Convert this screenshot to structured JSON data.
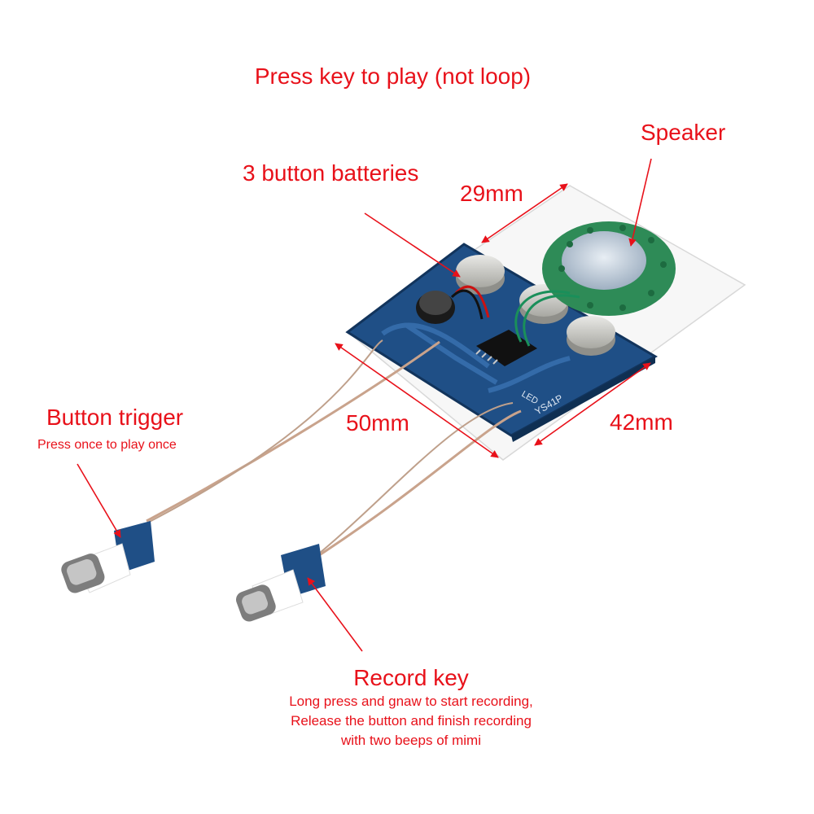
{
  "title": "Press key to play (not loop)",
  "speaker": {
    "label": "Speaker"
  },
  "batteries": {
    "label": "3 button batteries"
  },
  "dimensions": {
    "width_top": "29mm",
    "length": "50mm",
    "width_side": "42mm"
  },
  "button_trigger": {
    "label": "Button trigger",
    "description": "Press once to play once"
  },
  "record_key": {
    "label": "Record key",
    "description_lines": [
      "Long press and gnaw to start recording,",
      "Release the button and finish recording",
      "with two beeps of mimi"
    ]
  },
  "board": {
    "marking": "YS41P",
    "led_label": "LED"
  },
  "colors": {
    "annotation": "#e8111a",
    "pcb": "#1f4f86",
    "speaker_ring": "#2e8b57",
    "card": "#f7f7f7"
  }
}
